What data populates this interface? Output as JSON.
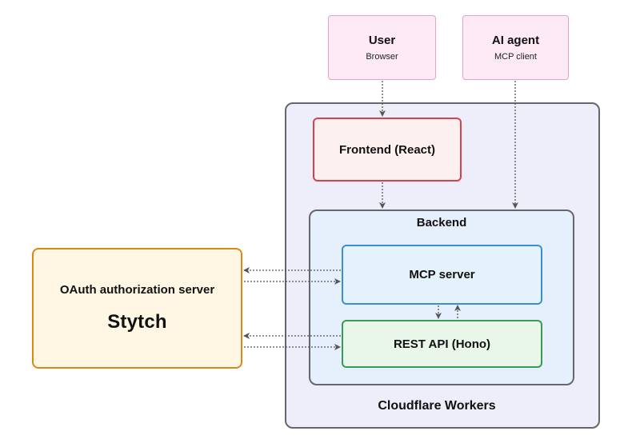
{
  "nodes": {
    "user": {
      "title": "User",
      "subtitle": "Browser"
    },
    "ai_agent": {
      "title": "AI agent",
      "subtitle": "MCP client"
    },
    "frontend": {
      "title": "Frontend (React)"
    },
    "backend": {
      "title": "Backend"
    },
    "mcp_server": {
      "title": "MCP server"
    },
    "rest_api": {
      "title": "REST API (Hono)"
    },
    "oauth": {
      "title": "OAuth authorization server",
      "brand": "Stytch"
    },
    "cloudflare": {
      "title": "Cloudflare Workers"
    }
  },
  "edges": [
    {
      "from": "user",
      "to": "frontend",
      "style": "dotted"
    },
    {
      "from": "frontend",
      "to": "backend",
      "style": "dotted"
    },
    {
      "from": "ai_agent",
      "to": "backend",
      "style": "dotted"
    },
    {
      "from": "mcp_server",
      "to": "oauth",
      "style": "dotted"
    },
    {
      "from": "oauth",
      "to": "mcp_server",
      "style": "dotted"
    },
    {
      "from": "rest_api",
      "to": "oauth",
      "style": "dotted"
    },
    {
      "from": "oauth",
      "to": "rest_api",
      "style": "dotted"
    },
    {
      "from": "mcp_server",
      "to": "rest_api",
      "style": "dotted"
    },
    {
      "from": "rest_api",
      "to": "mcp_server",
      "style": "dotted"
    }
  ],
  "colors": {
    "cloudflare_fill": "#eeeefb",
    "backend_fill": "#e6effc",
    "client_fill": "#fdeaf4",
    "frontend_border": "#d9404a",
    "mcp_border": "#3b8ed6",
    "rest_border": "#3a9a52",
    "oauth_border": "#d98a14"
  }
}
